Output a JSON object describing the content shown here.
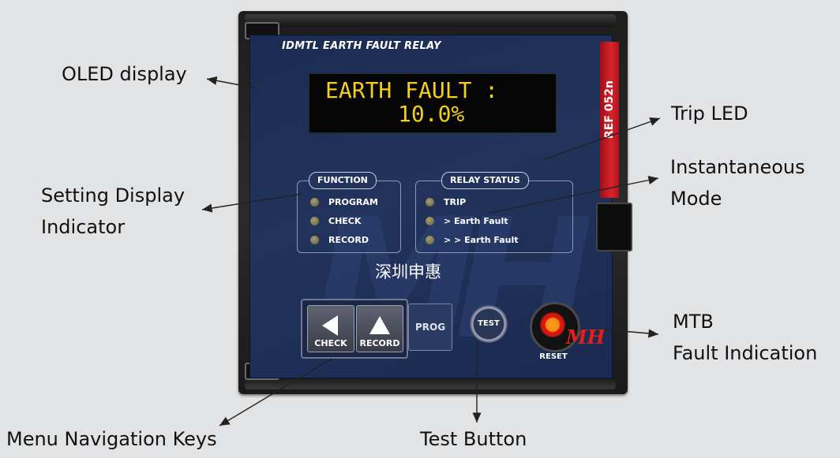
{
  "callouts": {
    "oled_display": "OLED display",
    "setting_display_indicator": "Setting Display\nIndicator",
    "trip_led": "Trip LED",
    "instantaneous_mode": "Instantaneous\nMode",
    "mtb_fault_indication": "MTB\nFault Indication",
    "menu_navigation_keys": "Menu Navigation Keys",
    "test_button": "Test Button"
  },
  "device": {
    "title": "IDMTL EARTH FAULT RELAY",
    "model_ref": "REF 052n",
    "oled": {
      "line1": "EARTH FAULT :",
      "line2": "10.0%"
    },
    "function_panel": {
      "title": "FUNCTION",
      "items": [
        "PROGRAM",
        "CHECK",
        "RECORD"
      ]
    },
    "relay_status_panel": {
      "title": "RELAY STATUS",
      "items": [
        "TRIP",
        "> Earth Fault",
        "> > Earth Fault"
      ]
    },
    "chinese_text": "深圳申惠",
    "keys": {
      "check": "CHECK",
      "record": "RECORD",
      "prog": "PROG",
      "test": "TEST"
    },
    "reset_label": "RESET",
    "logo_text": "MH",
    "watermark": "MH"
  },
  "colors": {
    "background": "#e2e3e5",
    "face_blue": "#22335c",
    "oled_text": "#f2d01a",
    "red_strip": "#d8232c",
    "led_off": "#8a855e"
  }
}
